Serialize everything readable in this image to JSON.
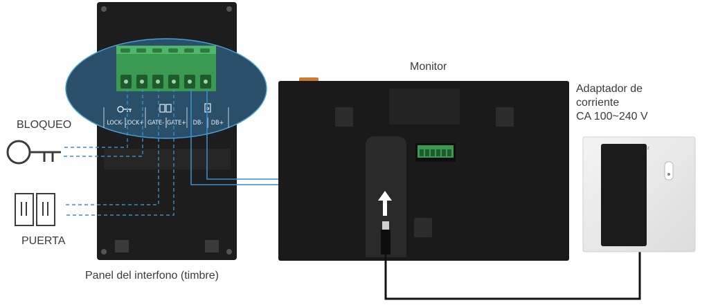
{
  "labels": {
    "lock": "BLOQUEO",
    "gate": "PUERTA",
    "monitor": "Monitor",
    "adapter_line1": "Adaptador de",
    "adapter_line2": "corriente",
    "adapter_line3": "CA 100~240 V",
    "panel": "Panel del interfono (timbre)"
  },
  "terminals": [
    "LOCK-",
    "LOCK+",
    "GATE-",
    "GATE+",
    "DB-",
    "DB+"
  ],
  "socket_text": "iviz",
  "colors": {
    "panel": "#1d1d1d",
    "monitor": "#1a1a1a",
    "terminal_green": "#3a9a52",
    "wire_blue": "#3a8ec8",
    "zoom_fill": "#2a4f68",
    "cable": "#111111"
  }
}
